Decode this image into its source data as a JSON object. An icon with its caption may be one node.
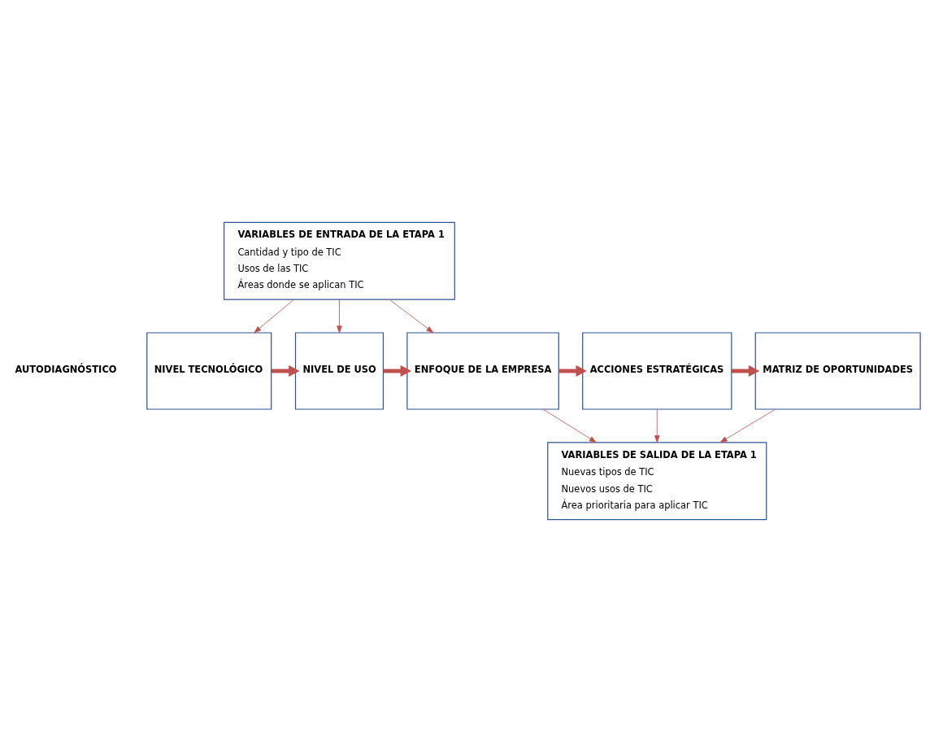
{
  "diagram": {
    "nodes": [
      {
        "text": [
          "VARIABLES DE ENTRADA DE LA ETAPA 1",
          "Cantidad y tipo de TIC",
          "Usos de las TIC",
          "Áreas donde se aplican TIC"
        ]
      },
      {
        "text": [
          "NIVEL TECNOLÓGICO"
        ]
      },
      {
        "text": [
          "NIVEL DE USO"
        ]
      },
      {
        "text": [
          "ENFOQUE DE LA EMPRESA"
        ]
      },
      {
        "text": [
          "ACCIONES ESTRATÉGICAS"
        ]
      },
      {
        "text": [
          "MATRIZ DE OPORTUNIDADES"
        ]
      },
      {
        "text": [
          "VARIABLES DE SALIDA DE LA ETAPA 1",
          "Nuevas tipos de TIC",
          "Nuevos usos de TIC",
          "Área prioritaria para aplicar TIC"
        ]
      }
    ],
    "edges": [
      {
        "from": 0,
        "to": 1,
        "arrow": "to"
      },
      {
        "from": 0,
        "to": 2,
        "arrow": "to"
      },
      {
        "from": 0,
        "to": 3,
        "arrow": "to"
      },
      {
        "from": 1,
        "to": 2,
        "arrow": "to",
        "style": "thick"
      },
      {
        "from": 2,
        "to": 3,
        "arrow": "to",
        "style": "thick"
      },
      {
        "from": 3,
        "to": 4,
        "arrow": "to",
        "style": "thick"
      },
      {
        "from": 4,
        "to": 5,
        "arrow": "to",
        "style": "thick"
      },
      {
        "from": 3,
        "to": 6,
        "arrow": "to"
      },
      {
        "from": 4,
        "to": 6,
        "arrow": "to"
      },
      {
        "from": 5,
        "to": 6,
        "arrow": "to"
      }
    ],
    "labels": [
      "AUTODIAGNÓSTICO"
    ]
  }
}
